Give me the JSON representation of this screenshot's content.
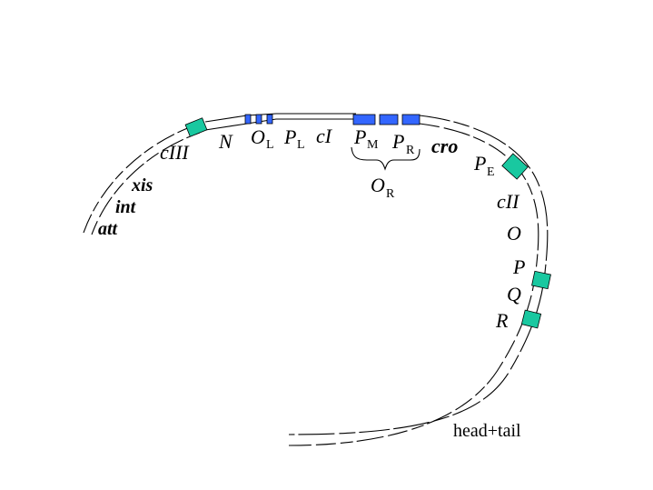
{
  "colors": {
    "operator_site": "#3366ff",
    "protein_block": "#19c8a0",
    "dna_strand": "#000000"
  },
  "genes": {
    "att": "att",
    "int": "int",
    "xis": "xis",
    "cIII": "cIII",
    "N": "N",
    "cI": "cI",
    "cro": "cro",
    "cII": "cII",
    "O": "O",
    "P": "P",
    "Q": "Q",
    "R": "R"
  },
  "sites": {
    "OL_main": "O",
    "OL_sub": "L",
    "PL_main": "P",
    "PL_sub": "L",
    "PM_main": "P",
    "PM_sub": "M",
    "PR_main": "P",
    "PR_sub": "R",
    "PE_main": "P",
    "PE_sub": "E",
    "OR_main": "O",
    "OR_sub": "R"
  },
  "region_label": "head+tail"
}
